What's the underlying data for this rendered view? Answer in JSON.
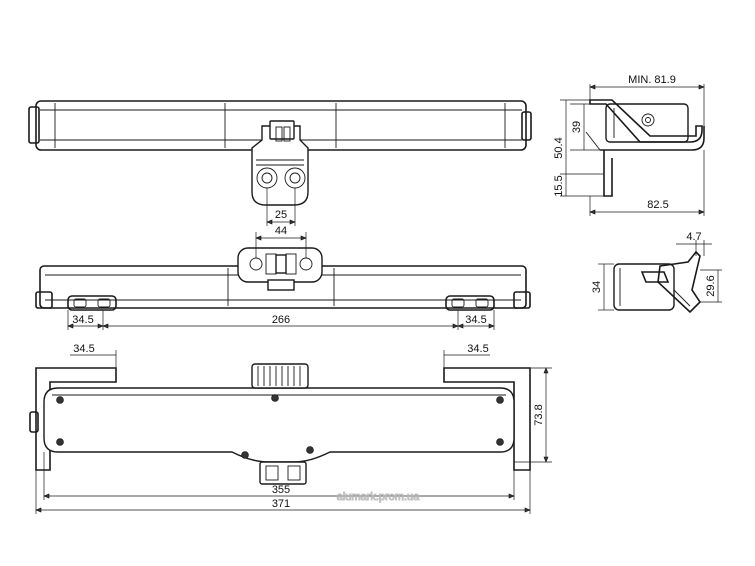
{
  "dimensions": {
    "top_view": {
      "width_25": "25"
    },
    "front_view": {
      "width_44": "44",
      "left_offset": "34.5",
      "center_span": "266",
      "right_offset": "34.5"
    },
    "bottom_view": {
      "left_offset": "34.5",
      "right_offset": "34.5",
      "height": "73.8",
      "inner_length": "355",
      "overall_length": "371"
    },
    "side_view_top": {
      "min_label": "MIN. 81.9",
      "height_39": "39",
      "height_50_4": "50.4",
      "height_15_5": "15.5",
      "depth_82_5": "82.5"
    },
    "side_view_bottom": {
      "offset_4_7": "4.7",
      "height_34": "34",
      "height_29_6": "29.6"
    }
  },
  "watermark": {
    "text": "alumark.prom.ua"
  }
}
